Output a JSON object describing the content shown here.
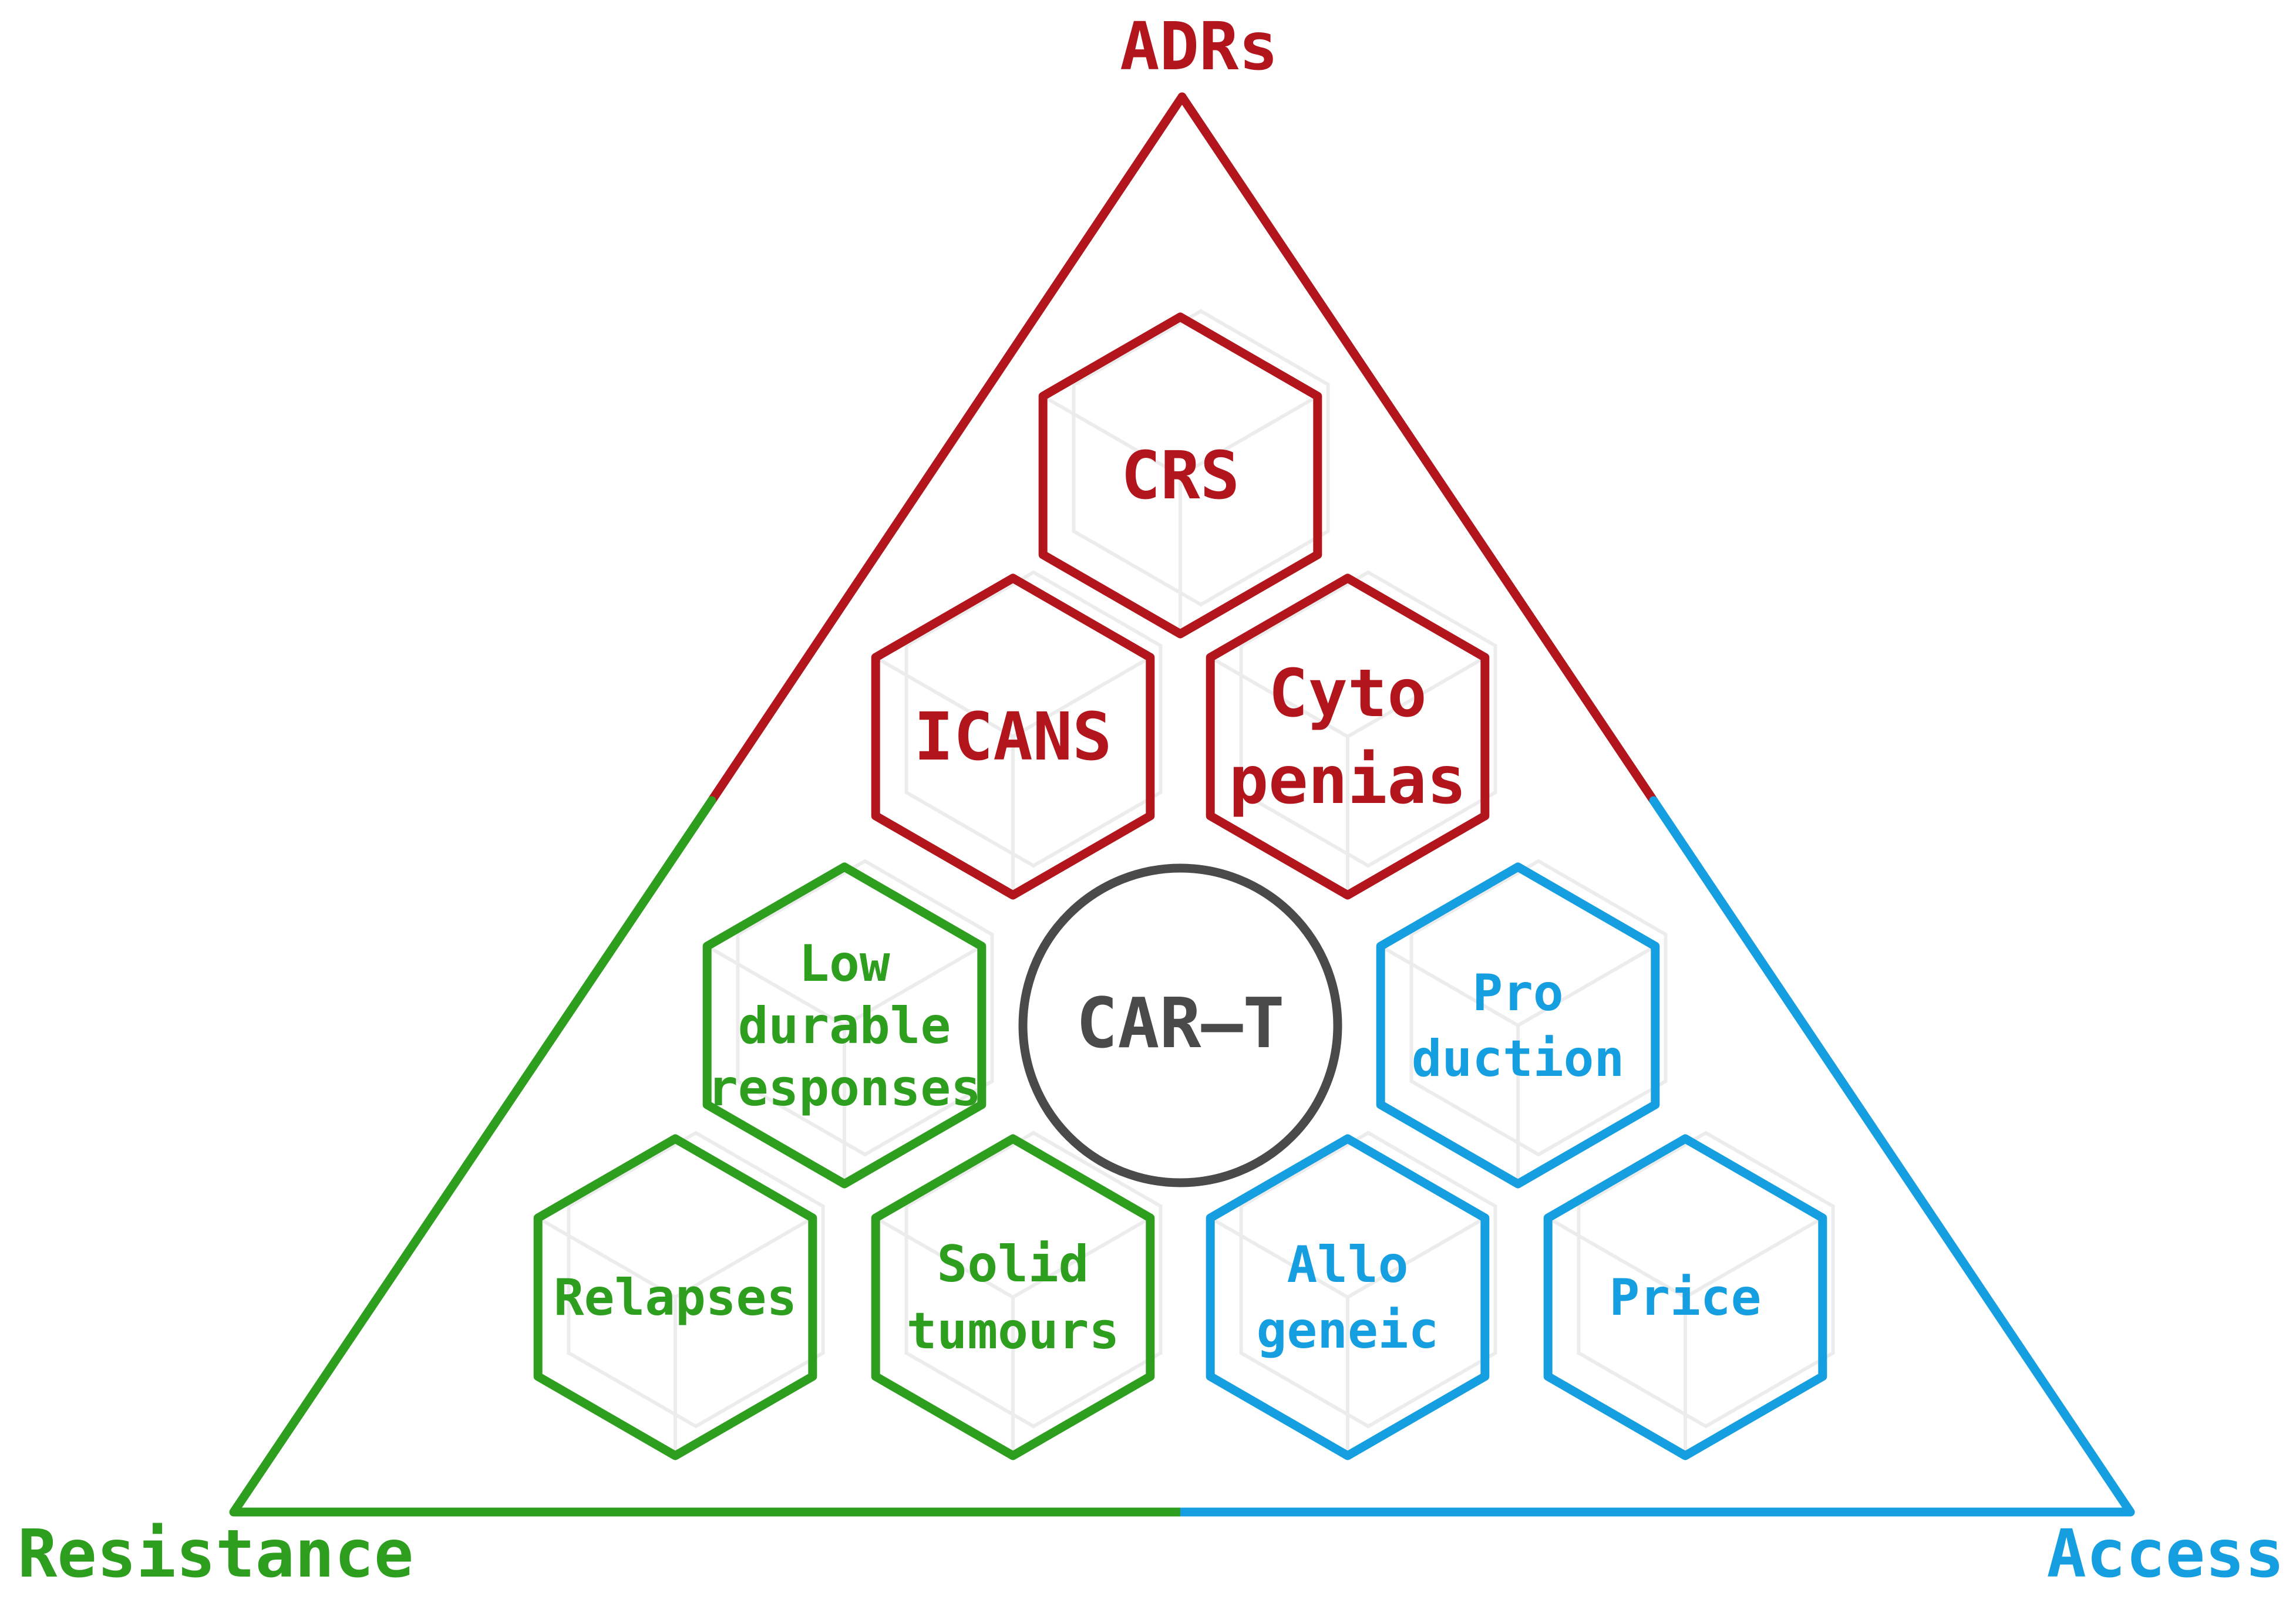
{
  "colors": {
    "adrs": "#B2151C",
    "resistance": "#2E9E1F",
    "access": "#159FE0",
    "center": "#4A4A4A",
    "ghost": "#ECECEC"
  },
  "corners": {
    "top": "ADRs",
    "bottom_left": "Resistance",
    "bottom_right": "Access"
  },
  "center": {
    "label": "CAR–T"
  },
  "hexagons": [
    {
      "group": "adrs",
      "lines": [
        "CRS"
      ]
    },
    {
      "group": "adrs",
      "lines": [
        "ICANS"
      ]
    },
    {
      "group": "adrs",
      "lines": [
        "Cyto",
        "penias"
      ]
    },
    {
      "group": "resistance",
      "lines": [
        "Low",
        "durable",
        "responses"
      ]
    },
    {
      "group": "resistance",
      "lines": [
        "Relapses"
      ]
    },
    {
      "group": "resistance",
      "lines": [
        "Solid",
        "tumours"
      ]
    },
    {
      "group": "access",
      "lines": [
        "Pro",
        "duction"
      ]
    },
    {
      "group": "access",
      "lines": [
        "Allo",
        "geneic"
      ]
    },
    {
      "group": "access",
      "lines": [
        "Price"
      ]
    }
  ]
}
